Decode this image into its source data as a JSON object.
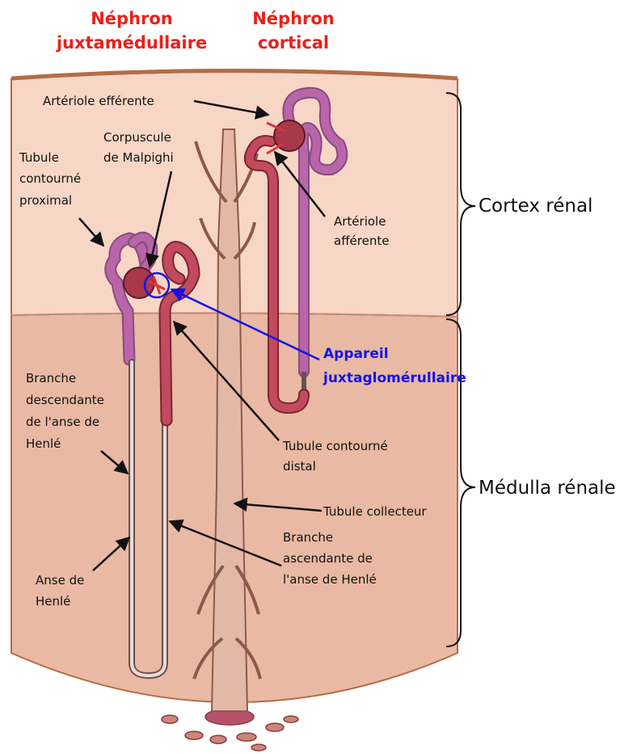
{
  "titles": {
    "juxta_line1": "Néphron",
    "juxta_line2": "juxtamédullaire",
    "cortical_line1": "Néphron",
    "cortical_line2": "cortical"
  },
  "zones": {
    "cortex": "Cortex rénal",
    "medulla": "Médulla rénale"
  },
  "labels": {
    "arteriole_efferente": "Artériole efférente",
    "corpuscule_1": "Corpuscule",
    "corpuscule_2": "de Malpighi",
    "tubule_proximal_1": "Tubule",
    "tubule_proximal_2": "contourné",
    "tubule_proximal_3": "proximal",
    "arteriole_afferente_1": "Artériole",
    "arteriole_afferente_2": "afférente",
    "appareil_1": "Appareil",
    "appareil_2": "juxtaglomérullaire",
    "branche_desc_1": "Branche",
    "branche_desc_2": "descendante",
    "branche_desc_3": "de l'anse de",
    "branche_desc_4": "Henlé",
    "tubule_distal_1": "Tubule contourné",
    "tubule_distal_2": "distal",
    "tubule_collecteur": "Tubule collecteur",
    "branche_asc_1": "Branche",
    "branche_asc_2": "ascendante de",
    "branche_asc_3": "l'anse de Henlé",
    "anse_1": "Anse de",
    "anse_2": "Henlé"
  },
  "colors": {
    "title_red": "#e8211a",
    "juxtaglomerular_blue": "#1414e6",
    "cortex_fill": "#f7d6c6",
    "medulla_fill": "#e9b9a3",
    "capsule_border": "#b36c48",
    "proximal_purple": "#b866a8",
    "distal_red": "#c34a5c",
    "glomerulus": "#a8384a",
    "collecting_duct": "#e3b8a6"
  }
}
